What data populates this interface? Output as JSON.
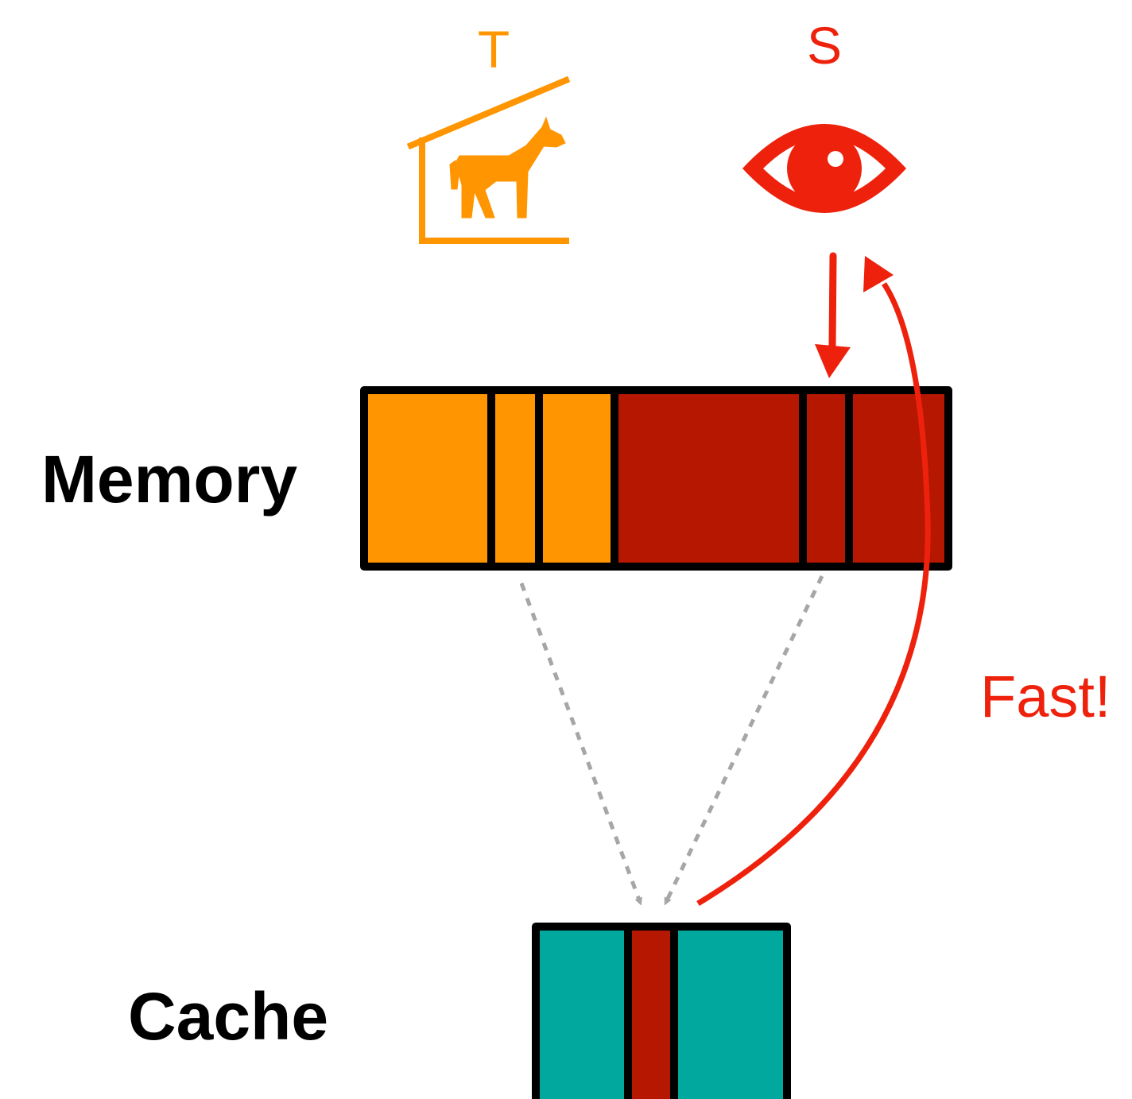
{
  "actors": {
    "trojan": {
      "label": "T",
      "icon": "horse-stable-icon",
      "color": "#FF9500"
    },
    "spy": {
      "label": "S",
      "icon": "eye-icon",
      "color": "#EE220C"
    }
  },
  "memory": {
    "label": "Memory",
    "segments": [
      {
        "owner": "trojan",
        "color": "#FF9500"
      },
      {
        "owner": "trojan",
        "color": "#FF9500"
      },
      {
        "owner": "trojan",
        "color": "#FF9500"
      },
      {
        "owner": "spy",
        "color": "#B51700"
      },
      {
        "owner": "spy",
        "color": "#B51700"
      },
      {
        "owner": "spy",
        "color": "#B51700"
      }
    ]
  },
  "cache": {
    "label": "Cache",
    "segments": [
      {
        "state": "empty",
        "color": "#00A89D"
      },
      {
        "state": "cached-spy-line",
        "color": "#B51700"
      },
      {
        "state": "empty",
        "color": "#00A89D"
      }
    ]
  },
  "arrows": {
    "mapping_color": "#A6A6A6",
    "access_color": "#EE220C",
    "fast_label": "Fast!"
  }
}
